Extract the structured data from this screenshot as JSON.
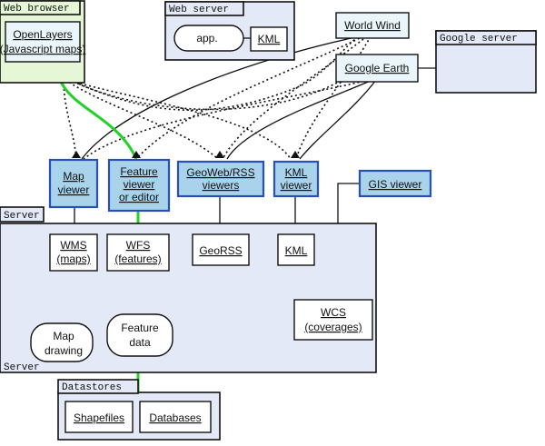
{
  "containers": {
    "web_browser": "Web browser",
    "web_server": "Web server",
    "google_server": "Google server",
    "server": "Server",
    "datastores": "Datastores"
  },
  "nodes": {
    "openlayers": [
      "OpenLayers",
      "(Javascript maps)"
    ],
    "app": "app.",
    "kml_top": "KML",
    "world_wind": "World Wind",
    "google_earth": "Google Earth",
    "map_viewer": [
      "Map",
      "viewer"
    ],
    "feature_viewer": [
      "Feature",
      "viewer",
      "or editor"
    ],
    "georss_viewers": [
      "GeoWeb/RSS",
      "viewers"
    ],
    "kml_viewer": [
      "KML",
      "viewer"
    ],
    "gis_viewer": "GIS viewer",
    "wms": [
      "WMS",
      "(maps)"
    ],
    "wfs": [
      "WFS",
      "(features)"
    ],
    "georss": "GeoRSS",
    "kml_server": "KML",
    "map_drawing": [
      "Map",
      "drawing"
    ],
    "feature_data": [
      "Feature",
      "data"
    ],
    "wcs": [
      "WCS",
      "(coverages)"
    ],
    "shapefiles": "Shapefiles",
    "databases": "Databases"
  },
  "colors": {
    "browser_fill": "#e5f7d6",
    "server_fill": "#e4e9f7",
    "viewer_fill": "#a9d3ea",
    "viewer_border": "#2b4fb8",
    "green_link": "#22d12a"
  }
}
